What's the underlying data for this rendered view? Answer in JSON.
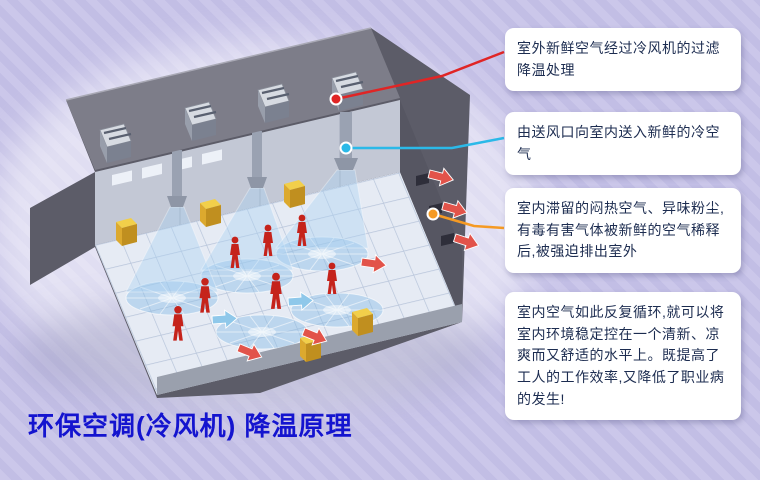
{
  "title": "环保空调(冷风机) 降温原理",
  "callouts": [
    {
      "id": "fresh-air-intake",
      "text": "室外新鲜空气经过冷风机的过滤降温处理",
      "marker_color": "#e02525"
    },
    {
      "id": "cool-air-supply",
      "text": "由送风口向室内送入新鲜的冷空气",
      "marker_color": "#2bb9e8"
    },
    {
      "id": "exhaust-out",
      "text": "室内滞留的闷热空气、异味粉尘,有毒有害气体被新鲜的空气稀释后,被强迫排出室外",
      "marker_color": "#f59a23"
    },
    {
      "id": "circulation",
      "text": "室内空气如此反复循环,就可以将室内环境稳定控在一个清新、凉爽而又舒适的水平上。既提高了工人的工作效率,又降低了职业病的发生!",
      "marker_color": null
    }
  ],
  "colors": {
    "red": "#e02525",
    "cyan": "#2bb9e8",
    "orange": "#f59a23",
    "title_blue": "#1414cf",
    "text": "#1c2c50",
    "callout_bg": "#ffffff",
    "bg_stripe_light": "#cbc7ea",
    "bg_stripe_dark": "#c2bee5"
  }
}
